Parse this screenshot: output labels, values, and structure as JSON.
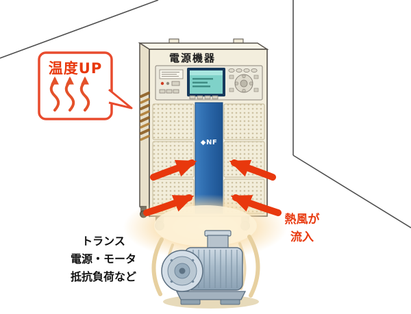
{
  "scene": {
    "callout": {
      "label": "温度UP"
    },
    "device": {
      "title": "電源機器",
      "brand_logo": "◆NF"
    },
    "hot_air_label": {
      "line1": "熱風が",
      "line2": "流入"
    },
    "load_label": {
      "line1": "トランス",
      "line2": "電源・モータ",
      "line3": "抵抗負荷など"
    },
    "colors": {
      "accent_red": "#e8380d",
      "callout_border": "#e84b2e",
      "heat_glow": "#f9dca8",
      "device_body": "#f3eedd",
      "brand_blue": "#2a66a8",
      "screen_teal": "#7fd2c9",
      "motor_steel": "#a9bccb"
    }
  }
}
